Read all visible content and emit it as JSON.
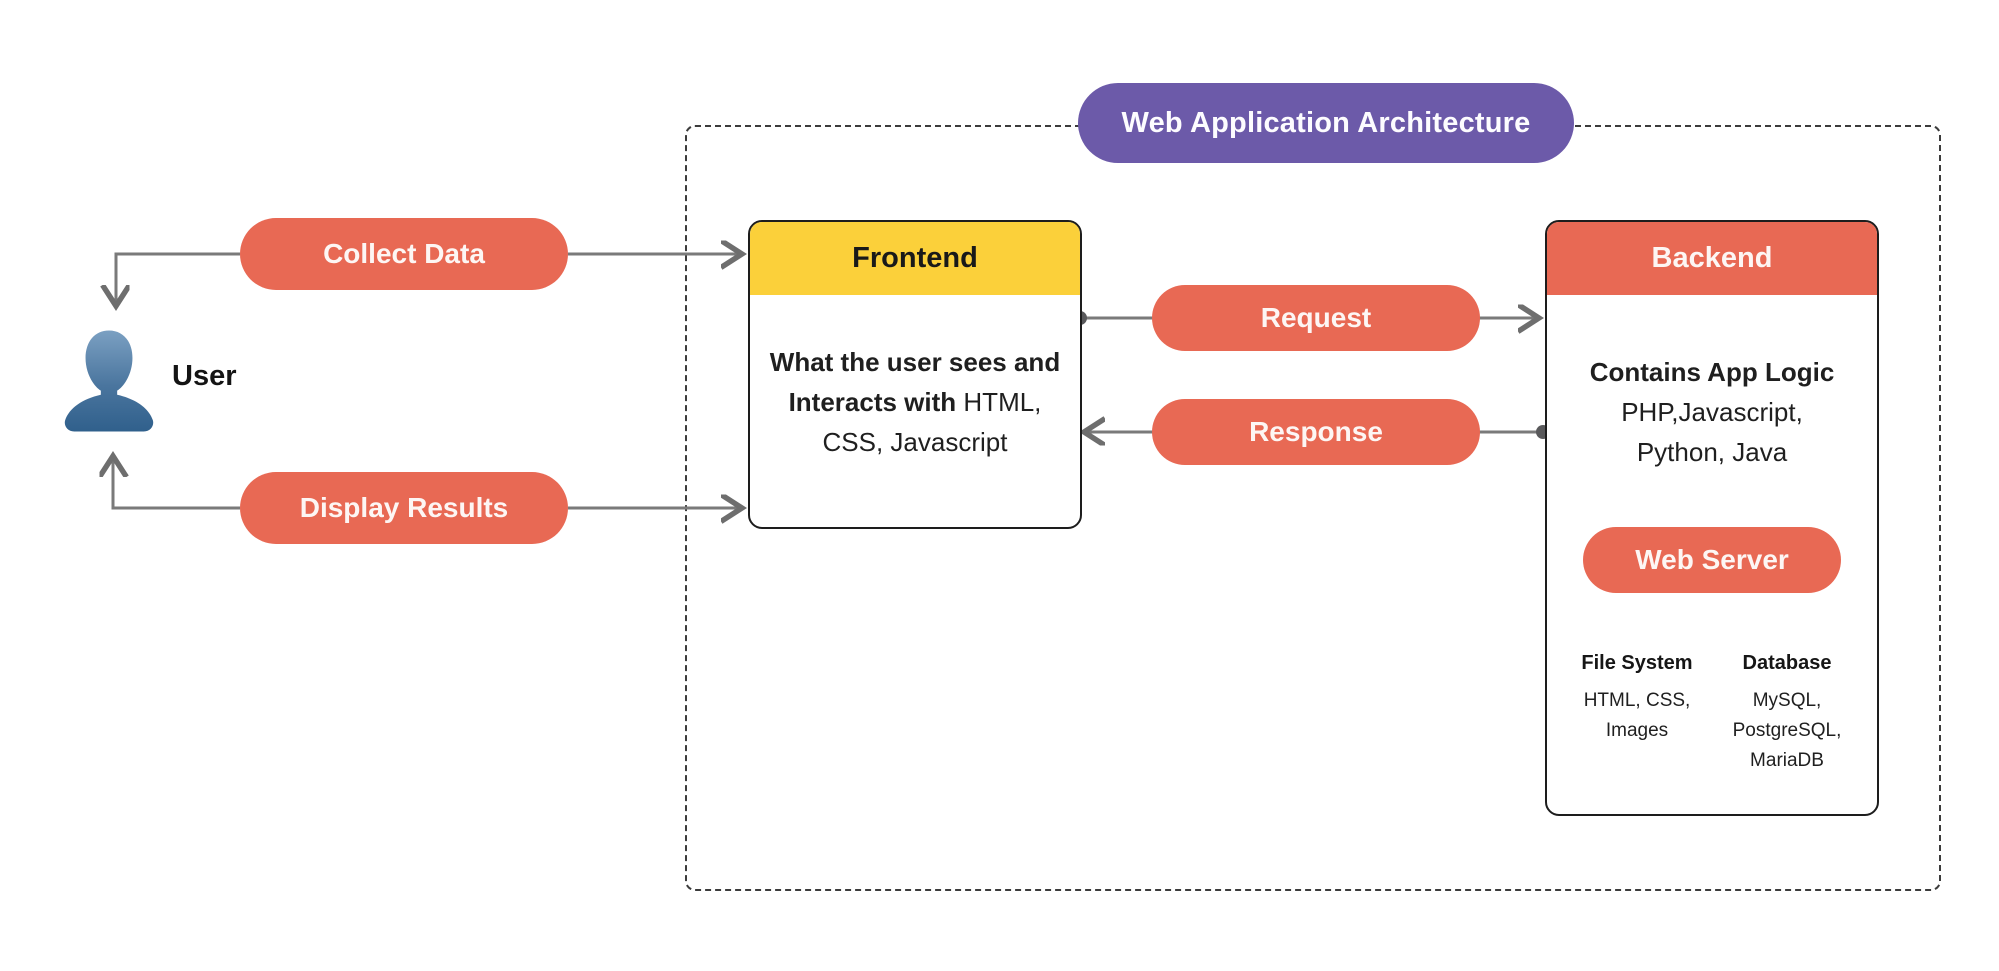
{
  "diagram": {
    "title": "Web Application Architecture",
    "user": {
      "label": "User"
    },
    "connectors": {
      "collect_data": "Collect Data",
      "display_results": "Display Results",
      "request": "Request",
      "response": "Response"
    },
    "frontend": {
      "title": "Frontend",
      "body_line1": "What the user sees and",
      "body_line2_bold": "Interacts with ",
      "body_line2_rest": "HTML,",
      "body_line3": "CSS, Javascript"
    },
    "backend": {
      "title": "Backend",
      "heading": "Contains App Logic",
      "languages_line1": "PHP,Javascript,",
      "languages_line2": "Python, Java",
      "web_server_label": "Web Server",
      "file_system": {
        "title": "File System",
        "items_line1": "HTML, CSS,",
        "items_line2": "Images"
      },
      "database": {
        "title": "Database",
        "items_line1": "MySQL,",
        "items_line2": "PostgreSQL,",
        "items_line3": "MariaDB"
      }
    },
    "colors": {
      "salmon": "#E86954",
      "purple": "#6C5AA9",
      "yellow": "#FBD03A",
      "line_gray": "#7a7a7a"
    }
  }
}
